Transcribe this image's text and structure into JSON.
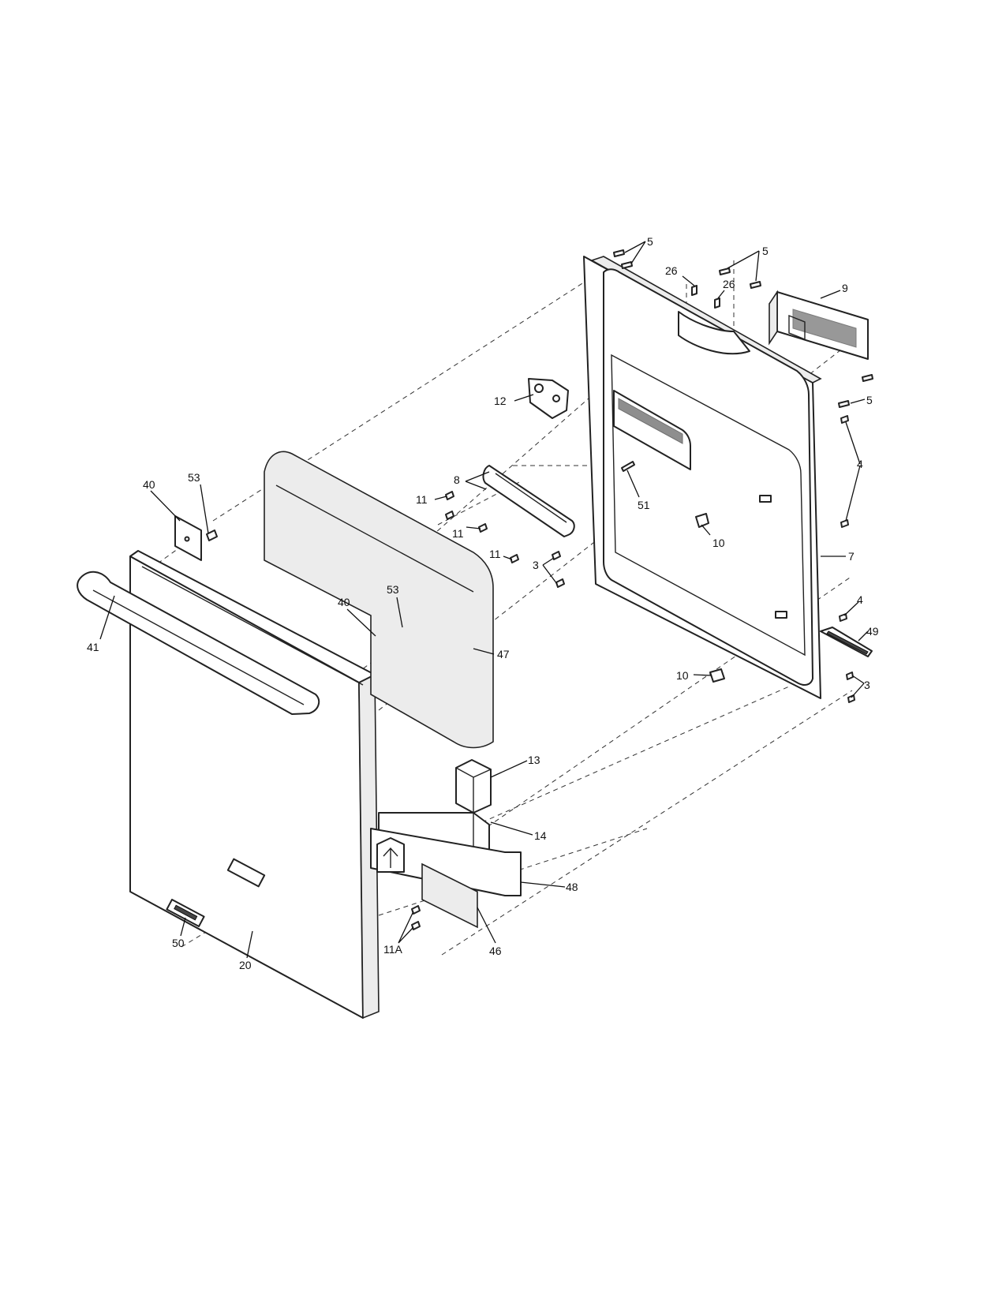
{
  "callouts": {
    "c5a": "5",
    "c5b": "5",
    "c5c": "5",
    "c26a": "26",
    "c26b": "26",
    "c9": "9",
    "c12": "12",
    "c8": "8",
    "c11a": "11",
    "c11b": "11",
    "c11c": "11",
    "c11A": "11A",
    "c3a": "3",
    "c3b": "3",
    "c4a": "4",
    "c4b": "4",
    "c51": "51",
    "c10a": "10",
    "c10b": "10",
    "c7": "7",
    "c49": "49",
    "c53a": "53",
    "c53b": "53",
    "c40a": "40",
    "c40b": "40",
    "c41": "41",
    "c47": "47",
    "c13": "13",
    "c14": "14",
    "c48": "48",
    "c46": "46",
    "c50": "50",
    "c20": "20"
  }
}
